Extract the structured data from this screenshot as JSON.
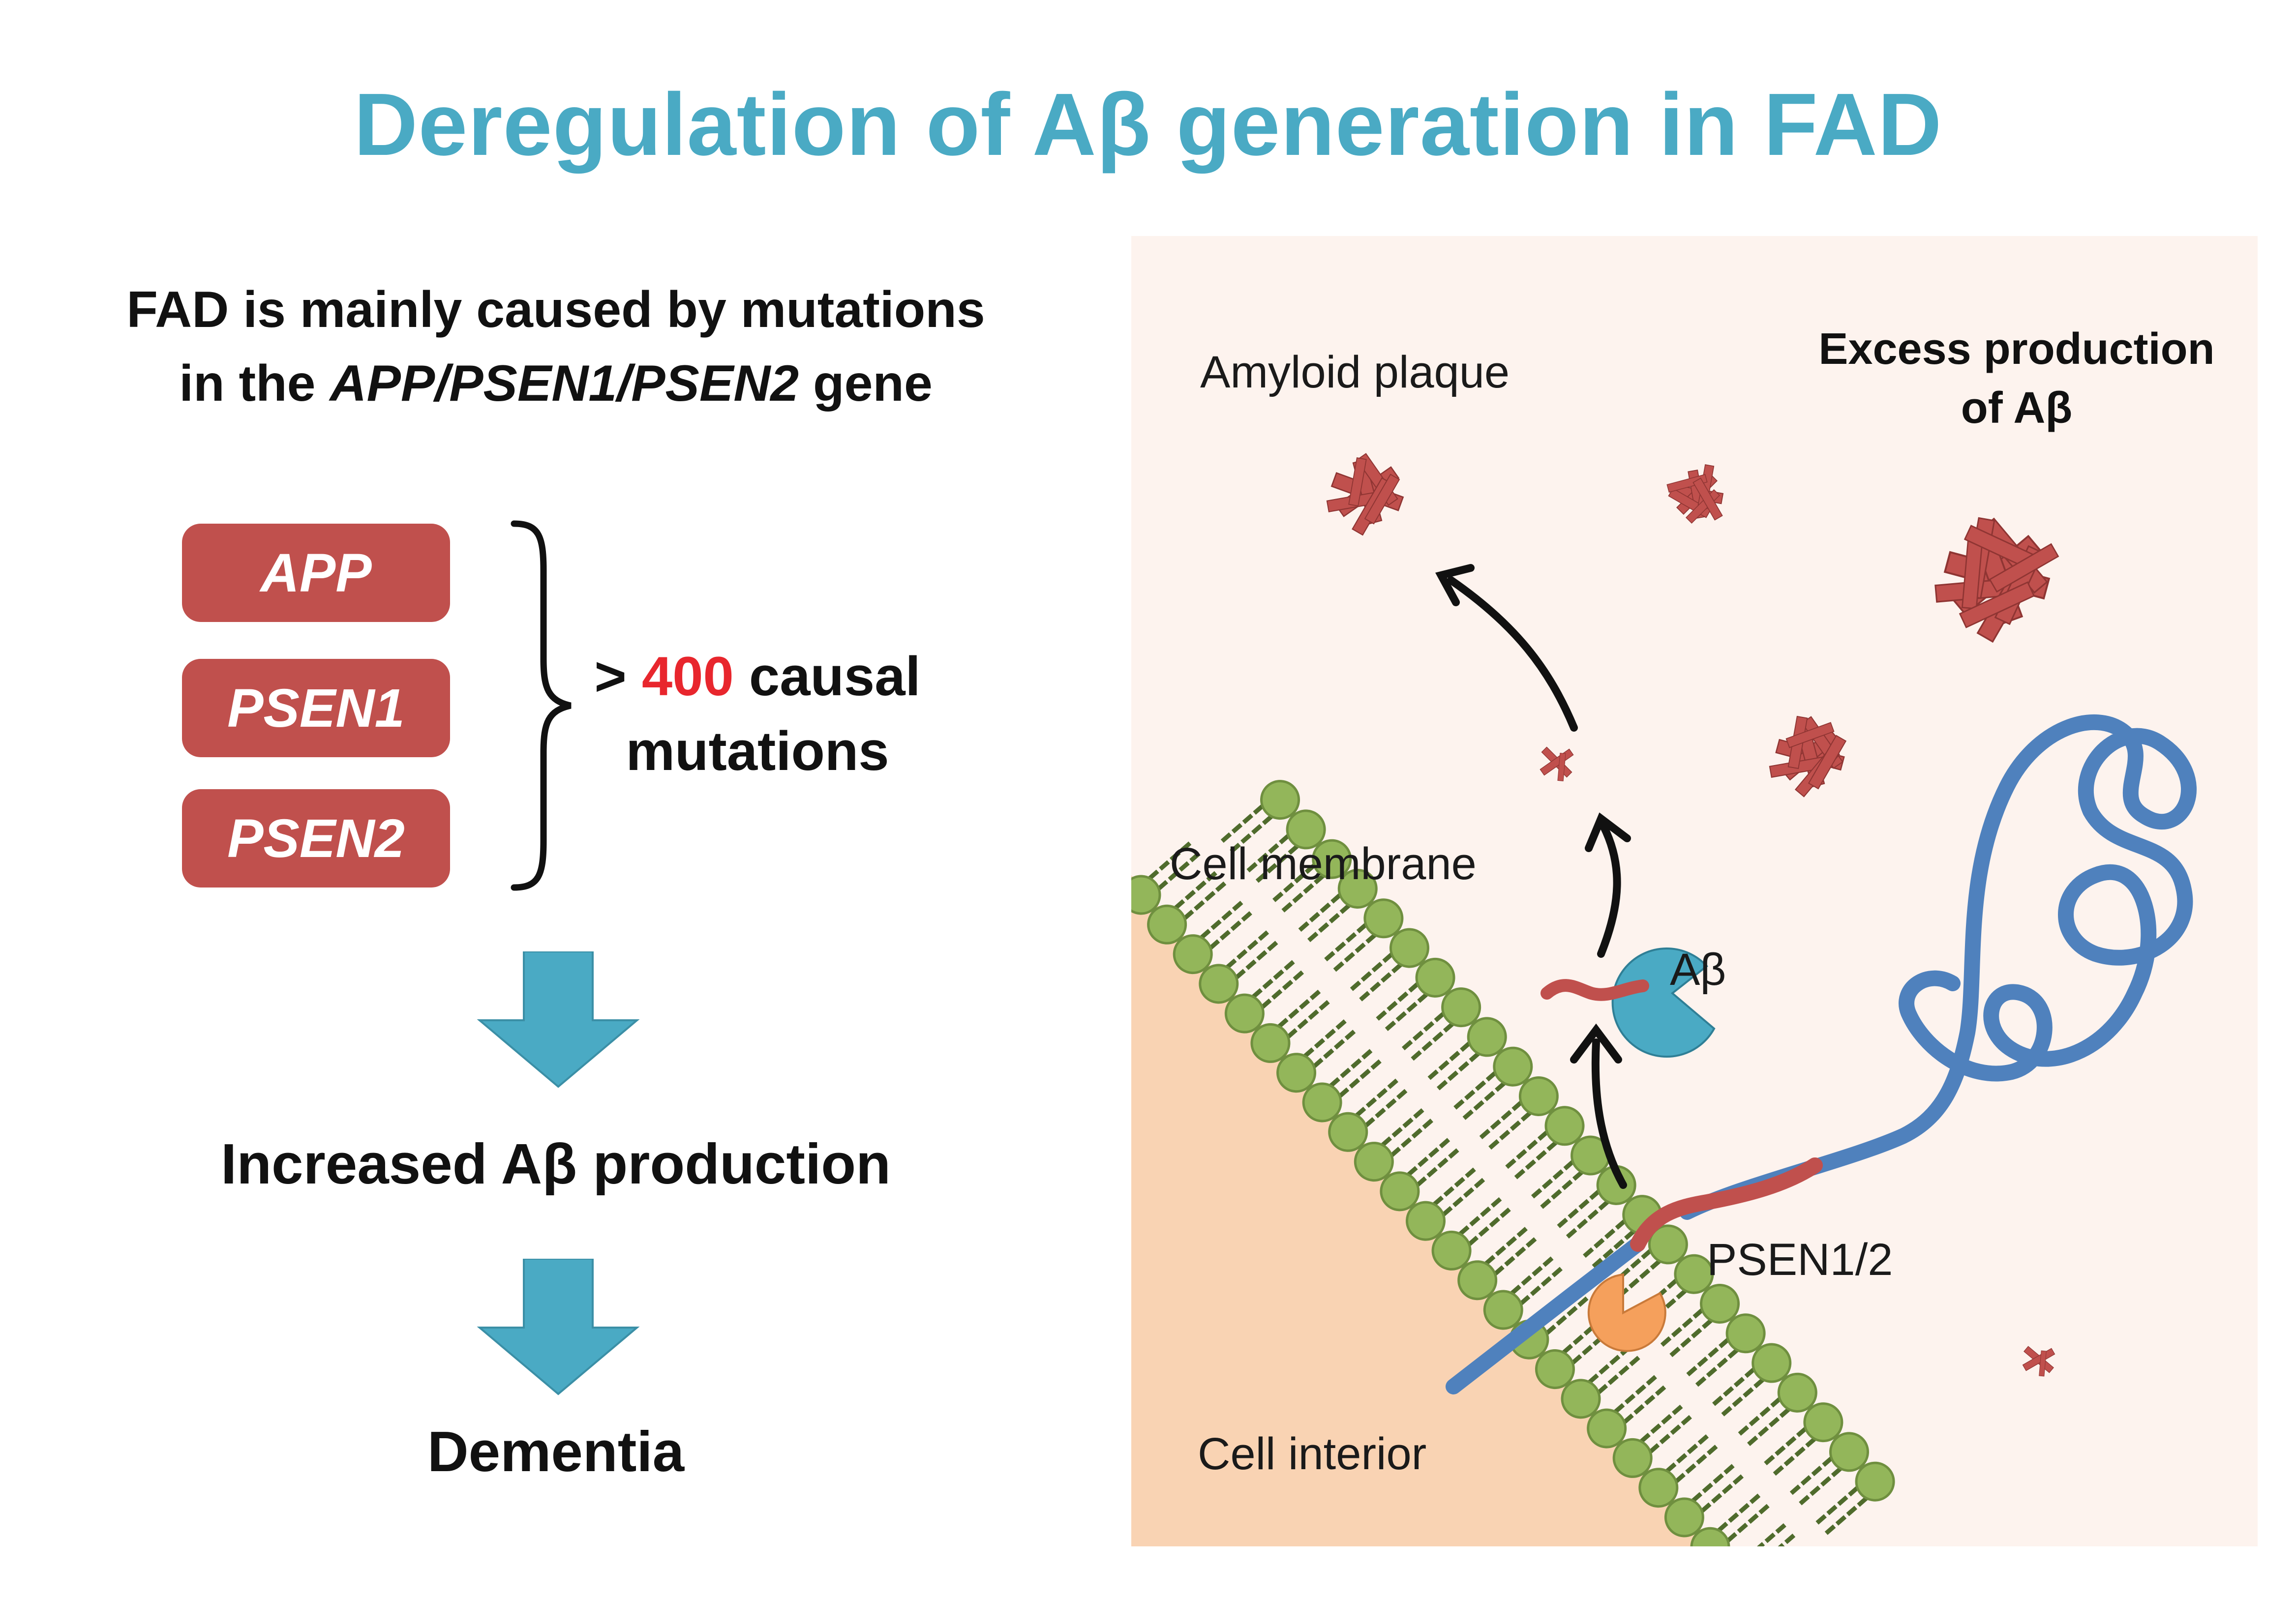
{
  "title": "Deregulation of Aβ generation in FAD",
  "intro": {
    "line1": "FAD is mainly caused by mutations",
    "line2_prefix": "in the ",
    "line2_genes": "APP/PSEN1/PSEN2",
    "line2_suffix": " gene"
  },
  "genes": [
    "APP",
    "PSEN1",
    "PSEN2"
  ],
  "mutations": {
    "prefix": ">",
    "count": "400",
    "suffix": "causal",
    "line2": "mutations"
  },
  "flow": {
    "step1": "Increased Aβ production",
    "step2": "Dementia"
  },
  "panel_labels": {
    "amyloid_plaque": "Amyloid plaque",
    "excess_line1": "Excess production",
    "excess_line2": "of Aβ",
    "cell_membrane": "Cell membrane",
    "abeta": "Aβ",
    "psen": "PSEN1/2",
    "cell_interior": "Cell interior"
  },
  "colors": {
    "title": "#4aaac4",
    "gene_box": "#c0504d",
    "count_highlight": "#e8262d",
    "arrow": "#4aaac4",
    "panel_bg": "#fdf3ee",
    "cell_interior": "#f9d3b3",
    "lipid_head": "#93b65a",
    "lipid_tail": "#4f6b2c",
    "app_protein": "#4f81bd",
    "abeta": "#c0504d",
    "secretase_blue": "#4aaac4",
    "secretase_orange": "#f5a05c"
  }
}
